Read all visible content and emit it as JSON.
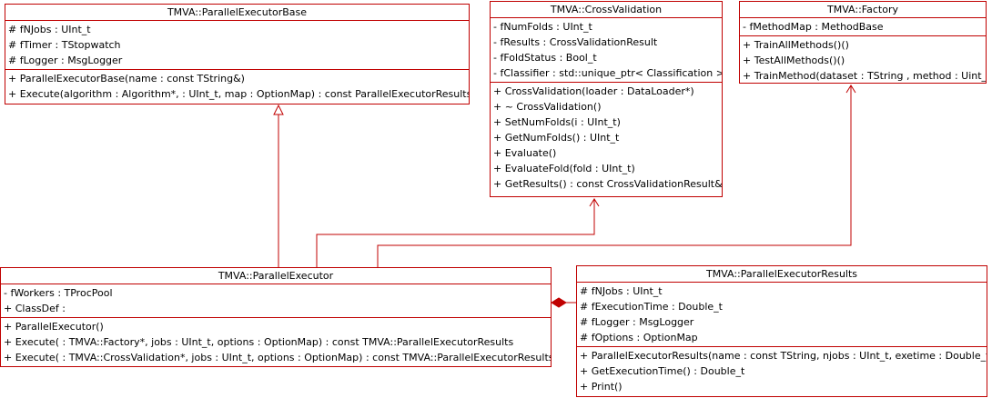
{
  "accent_color": "#c00000",
  "classes": {
    "peb": {
      "name": "TMVA::ParallelExecutorBase",
      "attributes": [
        "# fNJobs : UInt_t",
        "# fTimer : TStopwatch",
        "# fLogger : MsgLogger"
      ],
      "methods": [
        "+ ParallelExecutorBase(name : const TString&)",
        "+ Execute(algorithm : Algorithm*,  : UInt_t, map : OptionMap) : const ParallelExecutorResults"
      ]
    },
    "cv": {
      "name": "TMVA::CrossValidation",
      "attributes": [
        "- fNumFolds : UInt_t",
        "- fResults : CrossValidationResult",
        "- fFoldStatus : Bool_t",
        "- fClassifier : std::unique_ptr< Classification >"
      ],
      "methods": [
        "+ CrossValidation(loader : DataLoader*)",
        "+ ~ CrossValidation()",
        "+ SetNumFolds(i : UInt_t)",
        "+ GetNumFolds() : UInt_t",
        "+ Evaluate()",
        "+ EvaluateFold(fold : UInt_t)",
        "+ GetResults() : const CrossValidationResult&"
      ]
    },
    "fac": {
      "name": "TMVA::Factory",
      "attributes": [
        "- fMethodMap : MethodBase"
      ],
      "methods": [
        "+ TrainAllMethods()()",
        "+ TestAllMethods()()",
        "+ TrainMethod(dataset : TString , method : Uint_t)"
      ]
    },
    "pe": {
      "name": "TMVA::ParallelExecutor",
      "attributes": [
        "- fWorkers : TProcPool",
        "+ ClassDef :"
      ],
      "methods": [
        "+ ParallelExecutor()",
        "+ Execute( : TMVA::Factory*, jobs : UInt_t, options : OptionMap) : const TMVA::ParallelExecutorResults",
        "+ Execute( : TMVA::CrossValidation*, jobs : UInt_t, options : OptionMap) : const TMVA::ParallelExecutorResults"
      ]
    },
    "per": {
      "name": "TMVA::ParallelExecutorResults",
      "attributes": [
        "# fNJobs : UInt_t",
        "# fExecutionTime : Double_t",
        "# fLogger : MsgLogger",
        "# fOptions : OptionMap"
      ],
      "methods": [
        "+ ParallelExecutorResults(name : const TString, njobs : UInt_t, exetime : Double_t)",
        "+ GetExecutionTime() : Double_t",
        "+ Print()"
      ]
    }
  }
}
